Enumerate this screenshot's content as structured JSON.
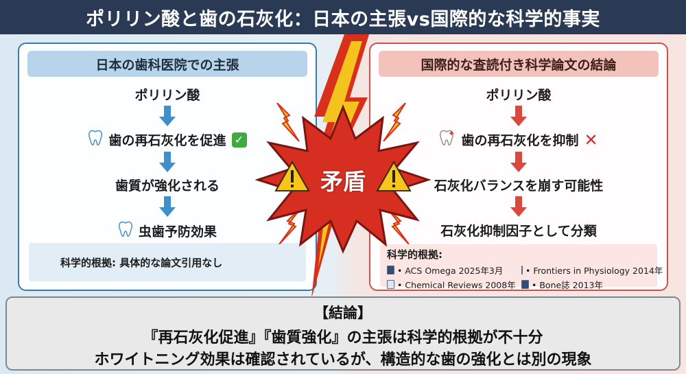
{
  "title": "ポリリン酸と歯の石灰化：日本の主張vs国際的な科学的事実",
  "left": {
    "heading": "日本の歯科医院での主張",
    "steps": [
      "ポリリン酸",
      "歯の再石灰化を促進",
      "歯質が強化される",
      "虫歯予防効果"
    ],
    "evidence": "科学的根拠: 具体的な論文引用なし"
  },
  "right": {
    "heading": "国際的な査読付き科学論文の結論",
    "steps": [
      "ポリリン酸",
      "歯の再石灰化を抑制",
      "石灰化バランスを崩す可能性",
      "石灰化抑制因子として分類"
    ],
    "evidence_title": "科学的根拠:",
    "references": [
      "• ACS Omega 2025年3月",
      "• Frontiers in Physiology 2014年",
      "• Chemical Reviews 2008年",
      "• Bone誌 2013年"
    ]
  },
  "center": {
    "label": "矛盾"
  },
  "conclusion": {
    "heading": "【結論】",
    "line1": "『再石灰化促進』『歯質強化』の主張は科学的根拠が不十分",
    "line2": "ホワイトニング効果は確認されているが、構造的な歯の強化とは別の現象"
  },
  "colors": {
    "title_bg": "#2a3a55",
    "left_accent": "#3a7aa6",
    "right_accent": "#c9524a",
    "burst_red": "#d62e20",
    "bolt_yellow": "#f4c21c"
  },
  "icons": [
    "tooth-icon",
    "check-icon",
    "cross-icon",
    "warning-icon",
    "lightning-icon",
    "document-icon"
  ]
}
